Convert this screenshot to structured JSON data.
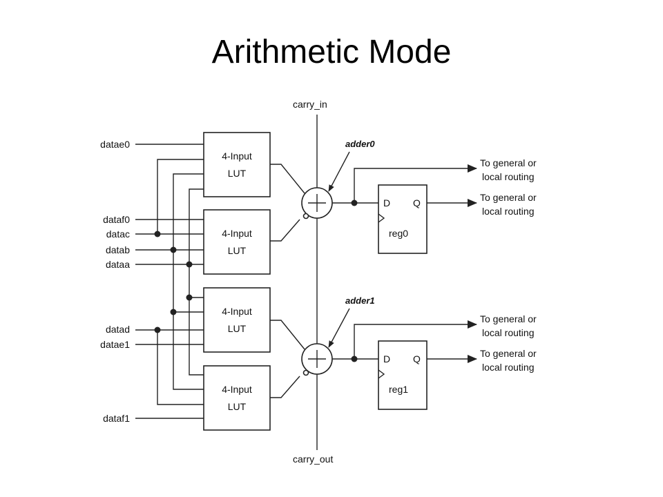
{
  "title": "Arithmetic Mode",
  "diagram": {
    "carry_in": "carry_in",
    "carry_out": "carry_out",
    "inputs": [
      "datae0",
      "dataf0",
      "datac",
      "datab",
      "dataa",
      "datad",
      "datae1",
      "dataf1"
    ],
    "lut_line1": "4-Input",
    "lut_line2": "LUT",
    "adders": [
      "adder0",
      "adder1"
    ],
    "registers": [
      "reg0",
      "reg1"
    ],
    "reg_d": "D",
    "reg_q": "Q",
    "output_line1": "To general or",
    "output_line2": "local routing"
  }
}
